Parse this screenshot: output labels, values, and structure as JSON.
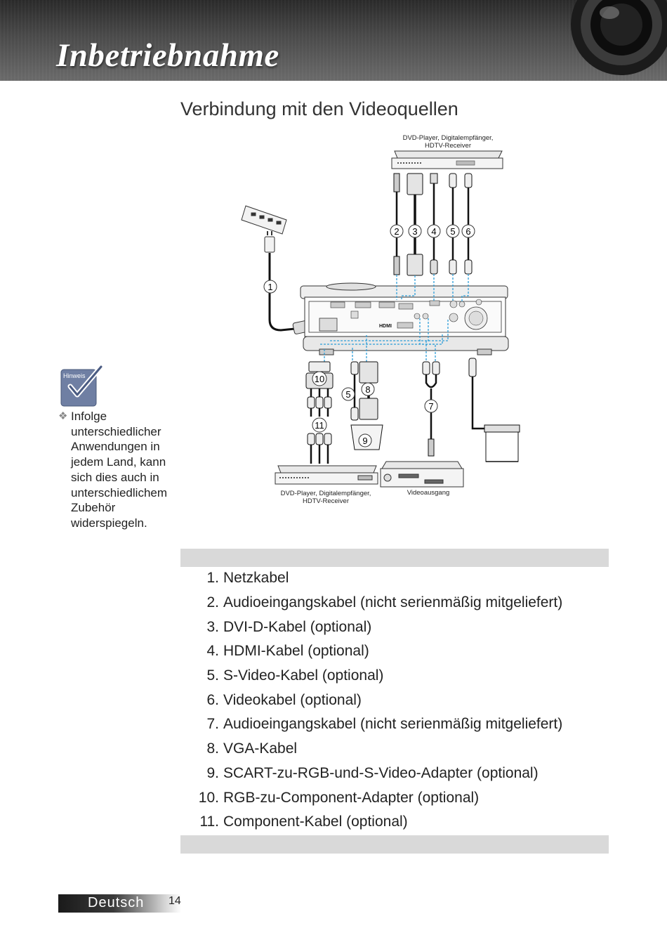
{
  "header": {
    "title": "Inbetriebnahme"
  },
  "section": {
    "title": "Verbindung mit den Videoquellen"
  },
  "diagram": {
    "top_device_label_1": "DVD-Player, Digitalempfänger,",
    "top_device_label_2": "HDTV-Receiver",
    "bottom_left_label_1": "DVD-Player, Digitalempfänger,",
    "bottom_left_label_2": "HDTV-Receiver",
    "bottom_right_label": "Videoausgang",
    "callouts": [
      "1",
      "2",
      "3",
      "4",
      "5",
      "6",
      "5",
      "7",
      "8",
      "9",
      "10",
      "11"
    ],
    "accent_color": "#2f9fd8"
  },
  "note": {
    "icon_label": "Hinweis",
    "text": "Infolge unterschiedlicher Anwendungen in jedem Land, kann sich dies auch in unterschiedlichem Zubehör widerspiegeln."
  },
  "items": [
    {
      "num": "1.",
      "text": "Netzkabel"
    },
    {
      "num": "2.",
      "text": "Audioeingangskabel (nicht serienmäßig mitgeliefert)"
    },
    {
      "num": "3.",
      "text": "DVI-D-Kabel (optional)"
    },
    {
      "num": "4.",
      "text": "HDMI-Kabel (optional)"
    },
    {
      "num": "5.",
      "text": "S-Video-Kabel (optional)"
    },
    {
      "num": "6.",
      "text": "Videokabel (optional)"
    },
    {
      "num": "7.",
      "text": "Audioeingangskabel (nicht serienmäßig mitgeliefert)"
    },
    {
      "num": "8.",
      "text": "VGA-Kabel"
    },
    {
      "num": "9.",
      "text": "SCART-zu-RGB-und-S-Video-Adapter (optional)"
    },
    {
      "num": "10.",
      "text": "RGB-zu-Component-Adapter (optional)"
    },
    {
      "num": "11.",
      "text": "Component-Kabel (optional)"
    }
  ],
  "footer": {
    "language": "Deutsch",
    "page": "14"
  }
}
